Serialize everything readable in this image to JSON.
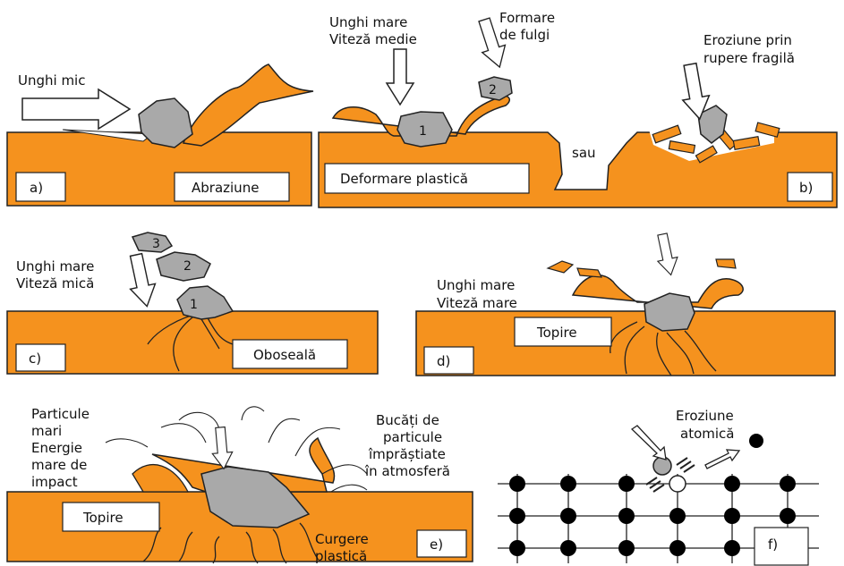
{
  "colors": {
    "material": "#f5921e",
    "particle": "#a9a9a9",
    "outline": "#222222"
  },
  "panel_a": {
    "tag": "a)",
    "title": "Abraziune",
    "label": "Unghi mic"
  },
  "panel_b": {
    "tag": "b)",
    "title": "Deformare plastică",
    "label1": "Unghi mare",
    "label2": "Viteză medie",
    "flake1": "Formare",
    "flake2": "de fulgi",
    "sau": "sau",
    "brittle1": "Eroziune prin",
    "brittle2": "rupere fragilă",
    "n1": "1",
    "n2": "2"
  },
  "panel_c": {
    "tag": "c)",
    "title": "Oboseală",
    "label1": "Unghi mare",
    "label2": "Viteză mică",
    "n1": "1",
    "n2": "2",
    "n3": "3"
  },
  "panel_d": {
    "tag": "d)",
    "title": "Topire",
    "label1": "Unghi mare",
    "label2": "Viteză mare"
  },
  "panel_e": {
    "tag": "e)",
    "title": "Topire",
    "left": [
      "Particule",
      "mari",
      "Energie",
      "mare de",
      "impact"
    ],
    "right": [
      "Bucăți de",
      "particule",
      "împrăștiate",
      "în atmosferă"
    ],
    "flow1": "Curgere",
    "flow2": "plastică"
  },
  "panel_f": {
    "tag": "f)",
    "label1": "Eroziune",
    "label2": "atomică"
  }
}
